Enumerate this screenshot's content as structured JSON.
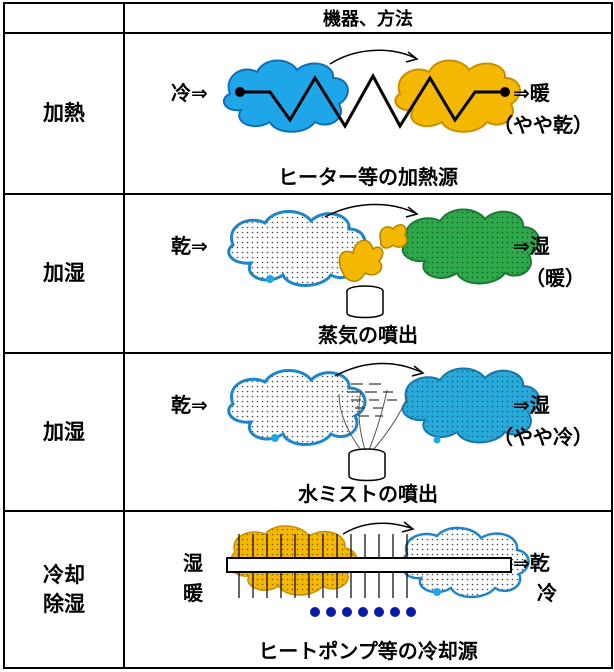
{
  "header": {
    "blank": "",
    "col2": "機器、方法"
  },
  "rows": [
    {
      "label": "加熱",
      "input": "冷⇒",
      "output1": "⇒暖",
      "output2": "（やや乾）",
      "caption": "ヒーター等の加熱源"
    },
    {
      "label": "加湿",
      "input": "乾⇒",
      "output1": "⇒湿",
      "output2": "（暖）",
      "caption": "蒸気の噴出"
    },
    {
      "label": "加湿",
      "input": "乾⇒",
      "output1": "⇒湿",
      "output2": "（やや冷）",
      "caption": "水ミストの噴出"
    },
    {
      "label1": "冷却",
      "label2": "除湿",
      "input1": "湿",
      "input2": "暖",
      "output1": "⇒乾",
      "output2": "冷",
      "caption": "ヒートポンプ等の冷却源"
    }
  ],
  "colors": {
    "blue": "#1fa6e8",
    "yellow": "#f5b800",
    "green": "#2ea84a",
    "dotted_blue": "#1e86c8",
    "navy": "#0a1aa8"
  }
}
